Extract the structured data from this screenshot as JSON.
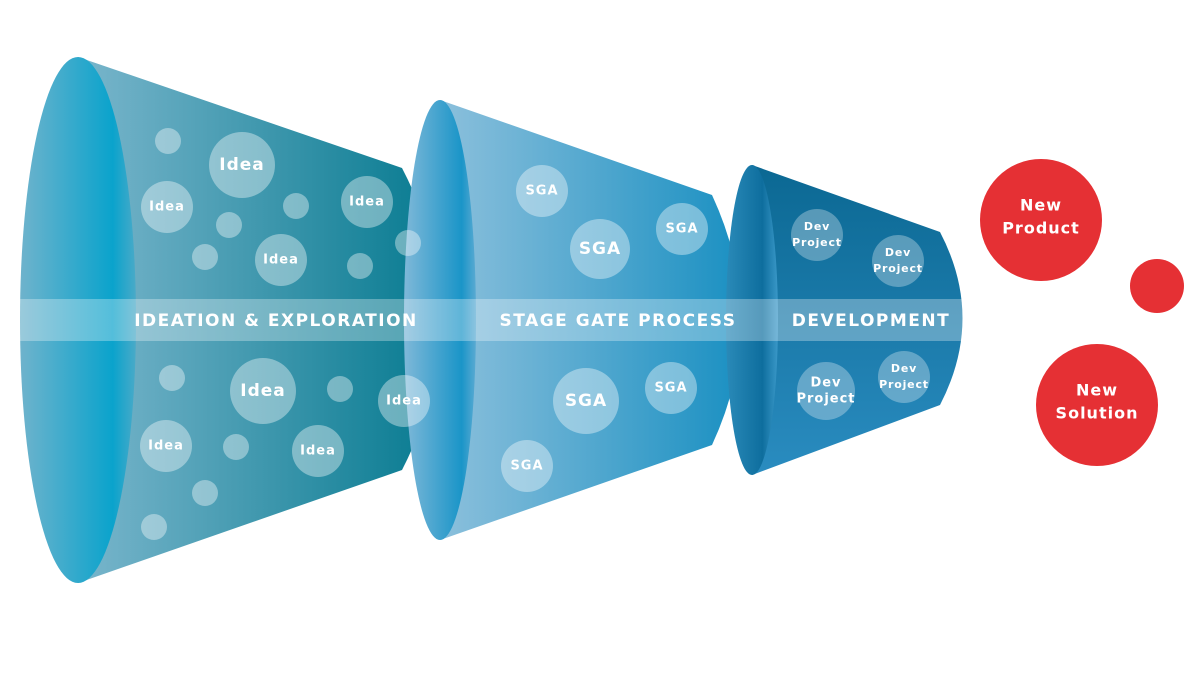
{
  "stages": [
    {
      "label": "IDEATION & EXPLORATION",
      "bubble_label": "Idea"
    },
    {
      "label": "STAGE GATE PROCESS",
      "bubble_label": "SGA"
    },
    {
      "label": "DEVELOPMENT",
      "bubble_label_line1": "Dev",
      "bubble_label_line2": "Project"
    }
  ],
  "outcomes": [
    {
      "line1": "New",
      "line2": "Product"
    },
    {
      "line1": "New",
      "line2": "Solution"
    }
  ],
  "colors": {
    "outcome_red": "#e53034",
    "funnel1": "#0a7d93",
    "funnel2": "#1a8fc0",
    "funnel3": "#0e6e9e"
  }
}
